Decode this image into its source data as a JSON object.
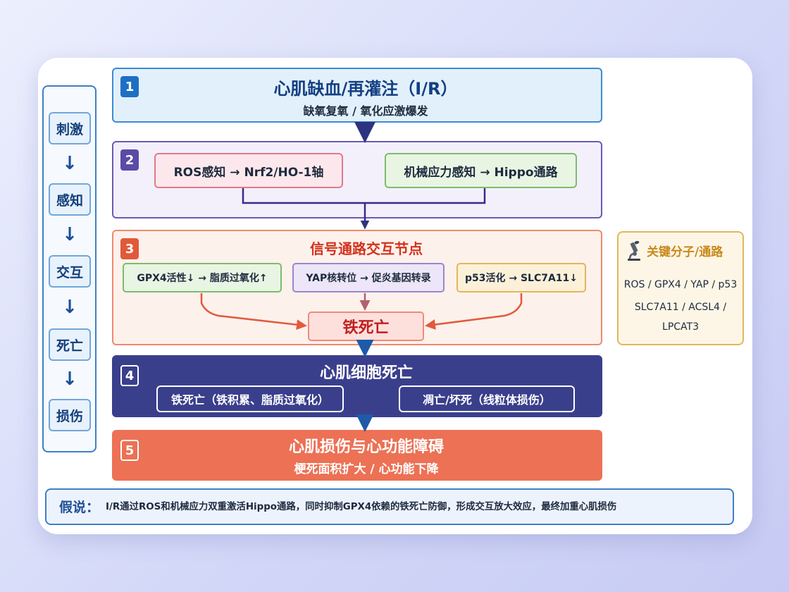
{
  "steps": [
    "刺激",
    "感知",
    "交互",
    "死亡",
    "损伤"
  ],
  "step_arrow": "↓",
  "stage1": {
    "num": "1",
    "title": "心肌缺血/再灌注（I/R）",
    "subtitle": "缺氧复氧 / 氧化应激爆发"
  },
  "stage2": {
    "num": "2",
    "left": "ROS感知 → Nrf2/HO-1轴",
    "right": "机械应力感知 → Hippo通路"
  },
  "stage3": {
    "num": "3",
    "title": "信号通路交互节点",
    "node1": "GPX4活性↓ → 脂质过氧化↑",
    "node2": "YAP核转位 → 促炎基因转录",
    "node3": "p53活化 → SLC7A11↓",
    "center": "铁死亡"
  },
  "stage4": {
    "num": "4",
    "title": "心肌细胞死亡",
    "left": "铁死亡（铁积累、脂质过氧化）",
    "right": "凋亡/坏死（线粒体损伤）"
  },
  "stage5": {
    "num": "5",
    "title": "心肌损伤与心功能障碍",
    "subtitle": "梗死面积扩大 / 心功能下降"
  },
  "sidebox": {
    "icon": "microscope-icon",
    "title": "关键分子/通路",
    "lines": [
      "ROS / GPX4 / YAP / p53",
      "SLC7A11 / ACSL4 /",
      "LPCAT3"
    ]
  },
  "hypothesis": {
    "label": "假说：",
    "text": "I/R通过ROS和机械应力双重激活Hippo通路，同时抑制GPX4依赖的铁死亡防御，形成交互放大效应，最终加重心肌损伤"
  },
  "colors": {
    "blue": "#1e6fc4",
    "purple": "#5b4aa6",
    "orange_red": "#e05a3a",
    "navy": "#3a3f8c",
    "coral": "#ec7155",
    "gold": "#e0b45a",
    "dark_red": "#c01f1f"
  }
}
